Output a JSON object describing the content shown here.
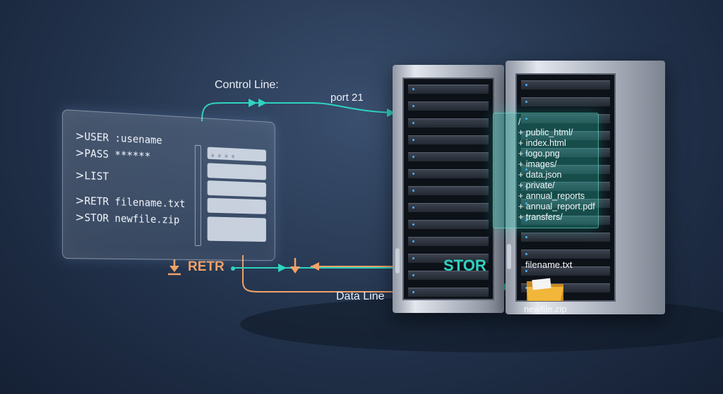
{
  "terminal": {
    "commands": [
      {
        "prefix": ">",
        "text": "USER :usename"
      },
      {
        "prefix": ">",
        "text": "PASS ******"
      },
      {
        "prefix": ">",
        "text": "LIST"
      },
      {
        "prefix": ">",
        "text": "RETR filename.txt"
      },
      {
        "prefix": ">",
        "text": "STOR newfile.zip"
      }
    ]
  },
  "labels": {
    "control_line": "Control Line:",
    "port": "port 21",
    "retr": "RETR",
    "stor": "STOR",
    "data_line": "Data Line",
    "filename": "filename.txt",
    "newfile": "newfile.zip"
  },
  "file_tree": [
    "/",
    "+ public_html/",
    "+ index.html",
    "+ logo.png",
    "+ images/",
    "+ data.json",
    "+ private/",
    "+ annual_reports",
    "+ annual_report.pdf",
    "+ transfers/"
  ],
  "colors": {
    "control": "#2fd3c0",
    "data": "#f0a268",
    "retr_text": "#f0a268",
    "stor_text": "#2fd3c0",
    "folder": "#f1b63a"
  }
}
